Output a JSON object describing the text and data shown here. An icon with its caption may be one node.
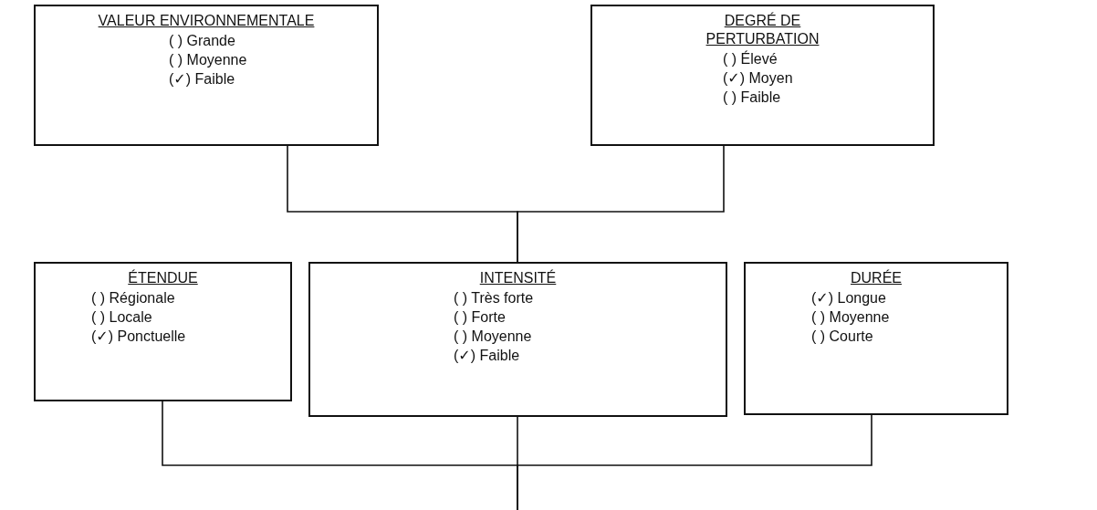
{
  "diagram": {
    "nodes": [
      {
        "text": [
          "VALEUR ENVIRONNEMENTALE",
          "( ) Grande",
          "( ) Moyenne",
          "(✓) Faible"
        ]
      },
      {
        "text": [
          "DEGRÉ DE PERTURBATION",
          "( ) Élevé",
          "(✓) Moyen",
          "( ) Faible"
        ]
      },
      {
        "text": [
          "ÉTENDUE",
          "( ) Régionale",
          "( ) Locale",
          "(✓) Ponctuelle"
        ]
      },
      {
        "text": [
          "INTENSITÉ",
          "( ) Très forte",
          "( ) Forte",
          "( ) Moyenne",
          "(✓) Faible"
        ]
      },
      {
        "text": [
          "DURÉE",
          "(✓) Longue",
          "( ) Moyenne",
          "( ) Courte"
        ]
      }
    ],
    "edges": [
      {
        "from": 0,
        "to": 3,
        "arrow": "none"
      },
      {
        "from": 1,
        "to": 3,
        "arrow": "none"
      },
      {
        "from": 2,
        "to": null,
        "arrow": "none"
      },
      {
        "from": 3,
        "to": null,
        "arrow": "none"
      },
      {
        "from": 4,
        "to": null,
        "arrow": "none"
      }
    ]
  }
}
